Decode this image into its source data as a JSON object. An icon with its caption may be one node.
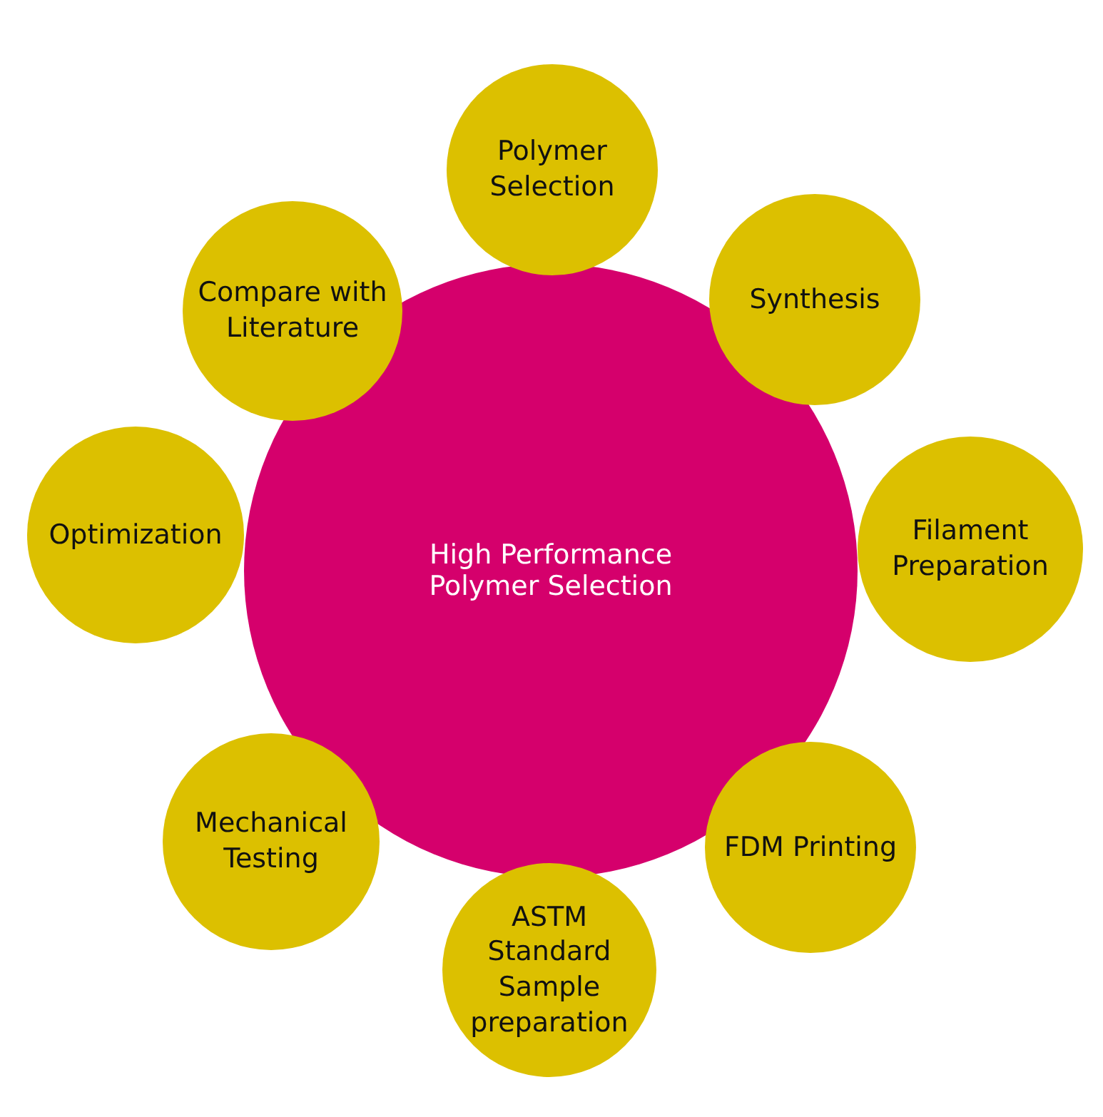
{
  "diagram": {
    "nodes": [
      {
        "text": [
          "High Performance Polymer Selection"
        ]
      },
      {
        "text": [
          "Polymer Selection"
        ]
      },
      {
        "text": [
          "Synthesis"
        ]
      },
      {
        "text": [
          "Filament Preparation"
        ]
      },
      {
        "text": [
          "FDM Printing"
        ]
      },
      {
        "text": [
          "ASTM Standard Sample preparation"
        ]
      },
      {
        "text": [
          "Mechanical Testing"
        ]
      },
      {
        "text": [
          "Optimization"
        ]
      },
      {
        "text": [
          "Compare with Literature"
        ]
      }
    ]
  }
}
